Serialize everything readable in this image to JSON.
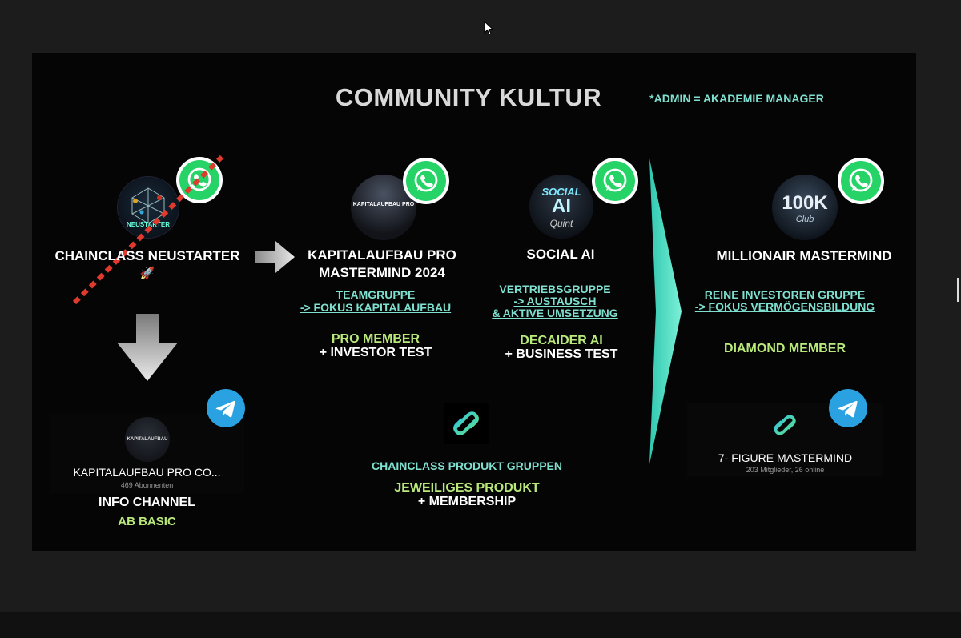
{
  "slide": {
    "title": "COMMUNITY KULTUR",
    "note": "*ADMIN = AKADEMIE MANAGER"
  },
  "neustarter": {
    "name": "CHAINCLASS NEUSTARTER",
    "emoji": "🚀",
    "logo_text": "NEUSTARTER",
    "icon": "whatsapp-icon",
    "crossed_out": true
  },
  "telegram_info": {
    "channel_name": "KAPITALAUFBAU PRO CO...",
    "subscribers": "469 Abonnenten",
    "logo_text": "KAPITALAUFBAU",
    "label": "INFO CHANNEL",
    "tier": "AB BASIC",
    "icon": "telegram-icon"
  },
  "kapitalaufbau": {
    "name_line1": "KAPITALAUFBAU PRO",
    "name_line2": "MASTERMIND 2024",
    "logo_text": "KAPITALAUFBAU PRO",
    "desc_line1": "TEAMGRUPPE",
    "desc_line2": "-> FOKUS KAPITALAUFBAU",
    "member": "PRO MEMBER",
    "test": "+ INVESTOR TEST",
    "icon": "whatsapp-icon"
  },
  "social_ai": {
    "name": "SOCIAL AI",
    "logo_line1": "SOCIAL",
    "logo_line2": "AI",
    "logo_script": "Quint",
    "desc_line1": "VERTRIEBSGRUPPE",
    "desc_line2": "-> AUSTAUSCH",
    "desc_line3": "& AKTIVE UMSETZUNG",
    "member": "DECAIDER AI",
    "test": "+ BUSINESS TEST",
    "icon": "whatsapp-icon"
  },
  "product_groups": {
    "title": "CHAINCLASS PRODUKT GRUPPEN",
    "line1": "JEWEILIGES PRODUKT",
    "line2": "+ MEMBERSHIP",
    "icon": "chainclass-logo-icon"
  },
  "millionair": {
    "name": "MILLIONAIR MASTERMIND",
    "logo_text": "100K",
    "logo_script": "Club",
    "desc_line1": "REINE INVESTOREN GRUPPE",
    "desc_line2": "-> FOKUS VERMÖGENSBILDUNG",
    "member": "DIAMOND MEMBER",
    "icon": "whatsapp-icon"
  },
  "telegram_7figure": {
    "name": "7- FIGURE MASTERMIND",
    "members": "203 Mitglieder, 26 online",
    "icon": "telegram-icon"
  },
  "colors": {
    "teal": "#7fe0d0",
    "green": "#b9e87b",
    "accent_arrow": "#4fe3c8",
    "whatsapp": "#25d366",
    "telegram": "#2aa1e0",
    "cross_red": "#e03a2f"
  }
}
